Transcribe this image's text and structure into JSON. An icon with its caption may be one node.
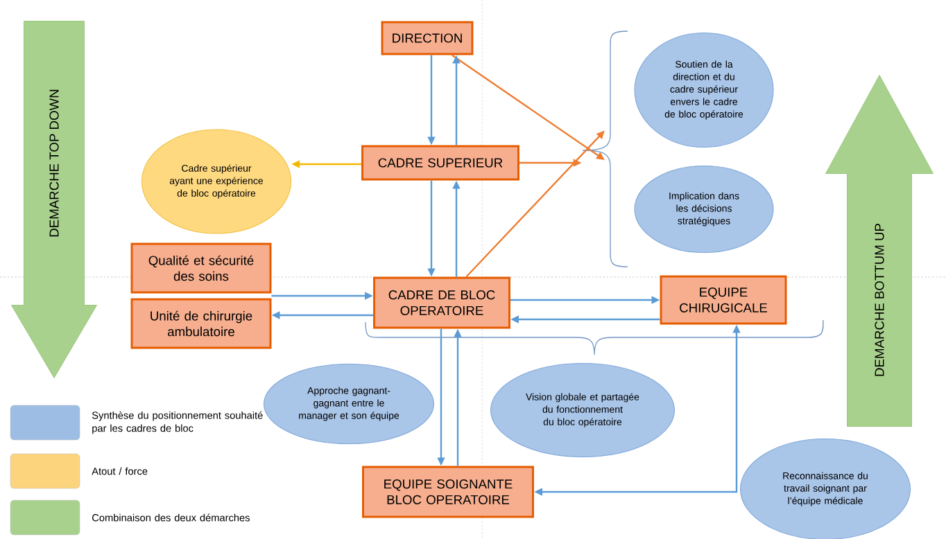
{
  "diagram": {
    "nodes": [
      {
        "text": [
          "DIRECTION"
        ]
      },
      {
        "text": [
          "Soutien de la direction et du cadre supérieur envers le cadre de bloc opératoire"
        ]
      },
      {
        "text": [
          "Cadre supérieur ayant une expérience de bloc opératoire"
        ]
      },
      {
        "text": [
          "CADRE SUPERIEUR"
        ]
      },
      {
        "text": [
          "Implication dans les décisions stratégiques"
        ]
      },
      {
        "text": [
          "Qualité et sécurité des soins"
        ]
      },
      {
        "text": [
          "CADRE DE BLOC OPERATOIRE"
        ]
      },
      {
        "text": [
          "EQUIPE CHIRUGICALE"
        ]
      },
      {
        "text": [
          "Unité de chirurgie ambulatoire"
        ]
      },
      {
        "text": [
          "Approche gagnant-gagnant entre le manager et son équipe"
        ]
      },
      {
        "text": [
          "Vision globale et partagée du fonctionnement du bloc opératoire"
        ]
      },
      {
        "text": [
          "EQUIPE SOIGNANTE BLOC OPERATOIRE"
        ]
      },
      {
        "text": [
          "Reconnaissance du travail soignant par l’équipe médicale"
        ]
      },
      {
        "text": [
          "DEMARCHE TOP DOWN"
        ]
      },
      {
        "text": [
          "DEMARCHE BOTTUM UP"
        ]
      },
      {
        "text": [],
        "shape": "brace"
      }
    ],
    "edges": [
      {
        "from": 0,
        "to": 15,
        "arrow": "to",
        "color": "#ed7d31"
      },
      {
        "from": 3,
        "to": 15,
        "arrow": "to",
        "color": "#ed7d31"
      },
      {
        "from": 6,
        "to": 15,
        "arrow": "to",
        "color": "#ed7d31"
      },
      {
        "from": 3,
        "to": 2,
        "arrow": "to",
        "color": "#f5b800"
      },
      {
        "from": 0,
        "to": 3,
        "arrow": "to"
      },
      {
        "from": 3,
        "to": 0,
        "arrow": "to"
      },
      {
        "from": 3,
        "to": 6,
        "arrow": "to"
      },
      {
        "from": 6,
        "to": 3,
        "arrow": "to"
      },
      {
        "from": 5,
        "to": 6,
        "arrow": "to"
      },
      {
        "from": 6,
        "to": 8,
        "arrow": "to"
      },
      {
        "from": 6,
        "to": 7,
        "arrow": "to"
      },
      {
        "from": 7,
        "to": 6,
        "arrow": "to"
      },
      {
        "from": 6,
        "to": 11,
        "arrow": "to"
      },
      {
        "from": 11,
        "to": 6,
        "arrow": "to"
      },
      {
        "from": 11,
        "to": 7,
        "arrow": "both"
      }
    ],
    "legend": [
      {
        "text": "Synthèse du positionnement souhaité par les cadres de bloc",
        "color": "#9dbde4"
      },
      {
        "text": "Atout / force",
        "color": "#fdd47e"
      },
      {
        "text": "Combinaison des deux démarches",
        "color": "#a9d18e"
      }
    ]
  }
}
